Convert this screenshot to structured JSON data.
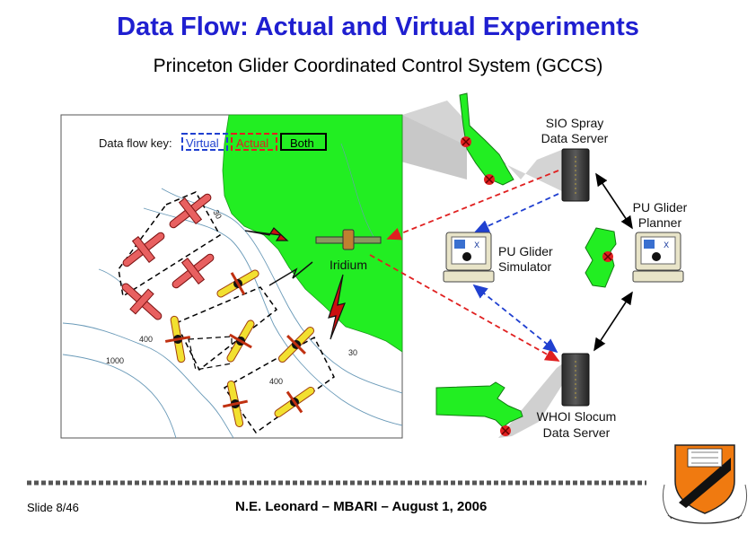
{
  "title": "Data Flow: Actual and Virtual Experiments",
  "subtitle": "Princeton Glider Coordinated Control System (GCCS)",
  "key": {
    "label": "Data flow key:",
    "virtual": "Virtual",
    "actual": "Actual",
    "both": "Both"
  },
  "nodes": {
    "iridium": "Iridium",
    "sio_line1": "SIO Spray",
    "sio_line2": "Data Server",
    "planner_line1": "PU Glider",
    "planner_line2": "Planner",
    "simulator_line1": "PU Glider",
    "simulator_line2": "Simulator",
    "whoi_line1": "WHOI Slocum",
    "whoi_line2": "Data Server"
  },
  "depth_labels": {
    "d30_top": "30",
    "d30_bottom": "30",
    "d400_left": "400",
    "d400_mid": "400",
    "d1000": "1000"
  },
  "colors": {
    "land": "#22ee22",
    "virtual": "#2040d0",
    "actual": "#e02020",
    "both": "#000000",
    "title": "#1f1fd0",
    "princeton_orange": "#f07a10"
  },
  "footer": {
    "slide": "Slide 8/46",
    "center": "N.E. Leonard – MBARI – August 1, 2006"
  }
}
